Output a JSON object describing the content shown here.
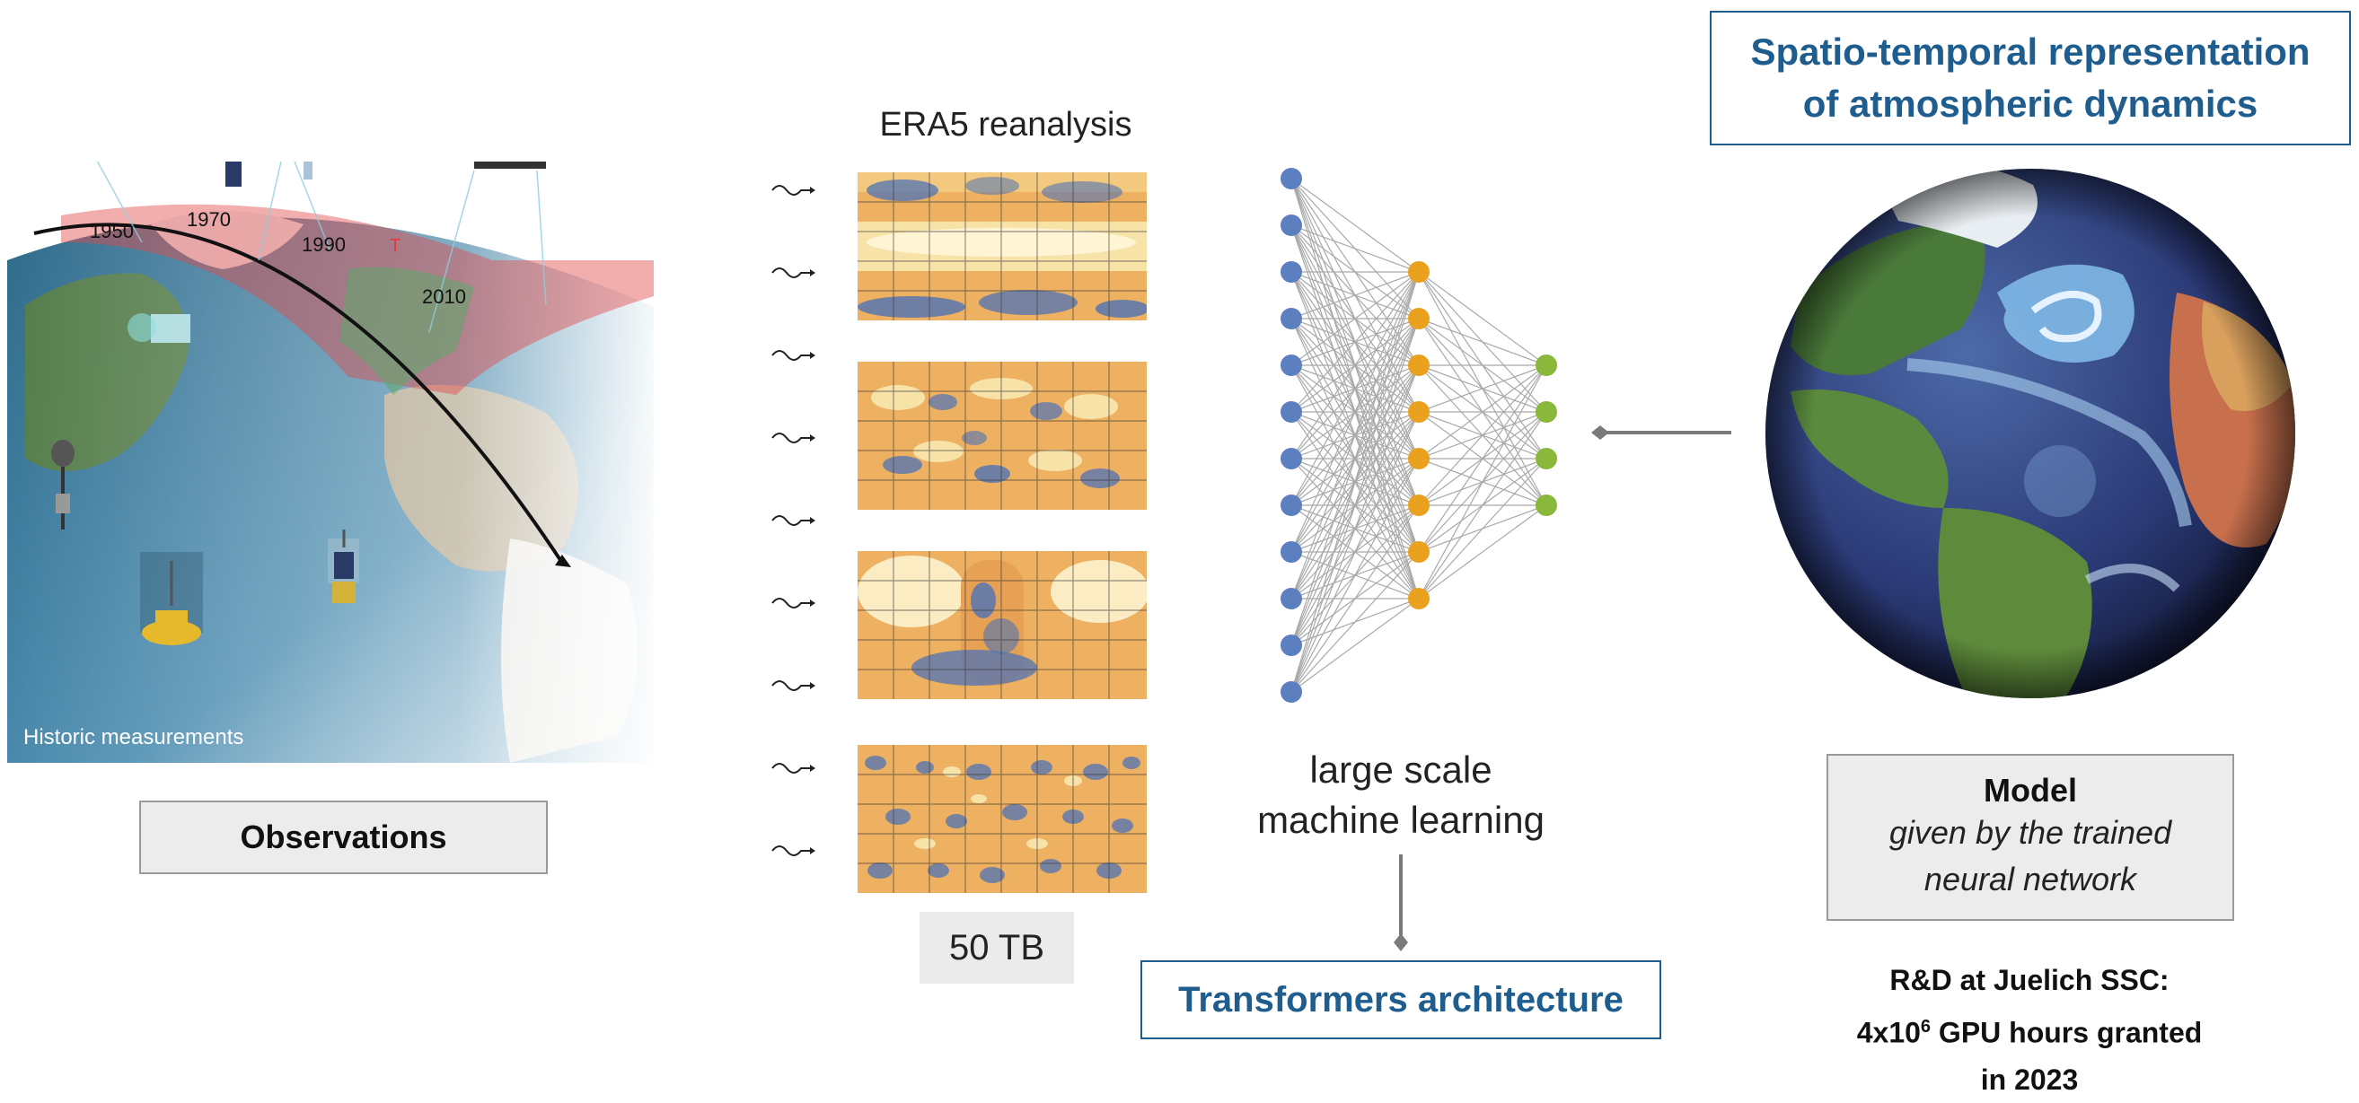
{
  "observations": {
    "caption": "Historic measurements",
    "years": [
      "1950",
      "1970",
      "1990",
      "2010"
    ],
    "marker": "T",
    "box_label": "Observations"
  },
  "era5": {
    "title": "ERA5 reanalysis",
    "size_label": "50 TB"
  },
  "network": {
    "label_line1": "large scale",
    "label_line2": "machine learning",
    "layer_sizes": [
      12,
      8,
      4
    ],
    "colors": [
      "#5b7fbf",
      "#eaa21e",
      "#8ab83a"
    ]
  },
  "transformers": {
    "label": "Transformers architecture"
  },
  "spatio": {
    "line1": "Spatio-temporal representation",
    "line2": "of atmospheric dynamics"
  },
  "model": {
    "title": "Model",
    "subtitle_line1": "given by the trained",
    "subtitle_line2": "neural network"
  },
  "rd": {
    "line1": "R&D at Juelich SSC:",
    "line2_pre": "4x10",
    "line2_sup": "6",
    "line2_post": " GPU hours granted",
    "line3": "in 2023"
  },
  "colors": {
    "accent_blue": "#1f5d8e",
    "box_gray": "#ececec"
  }
}
